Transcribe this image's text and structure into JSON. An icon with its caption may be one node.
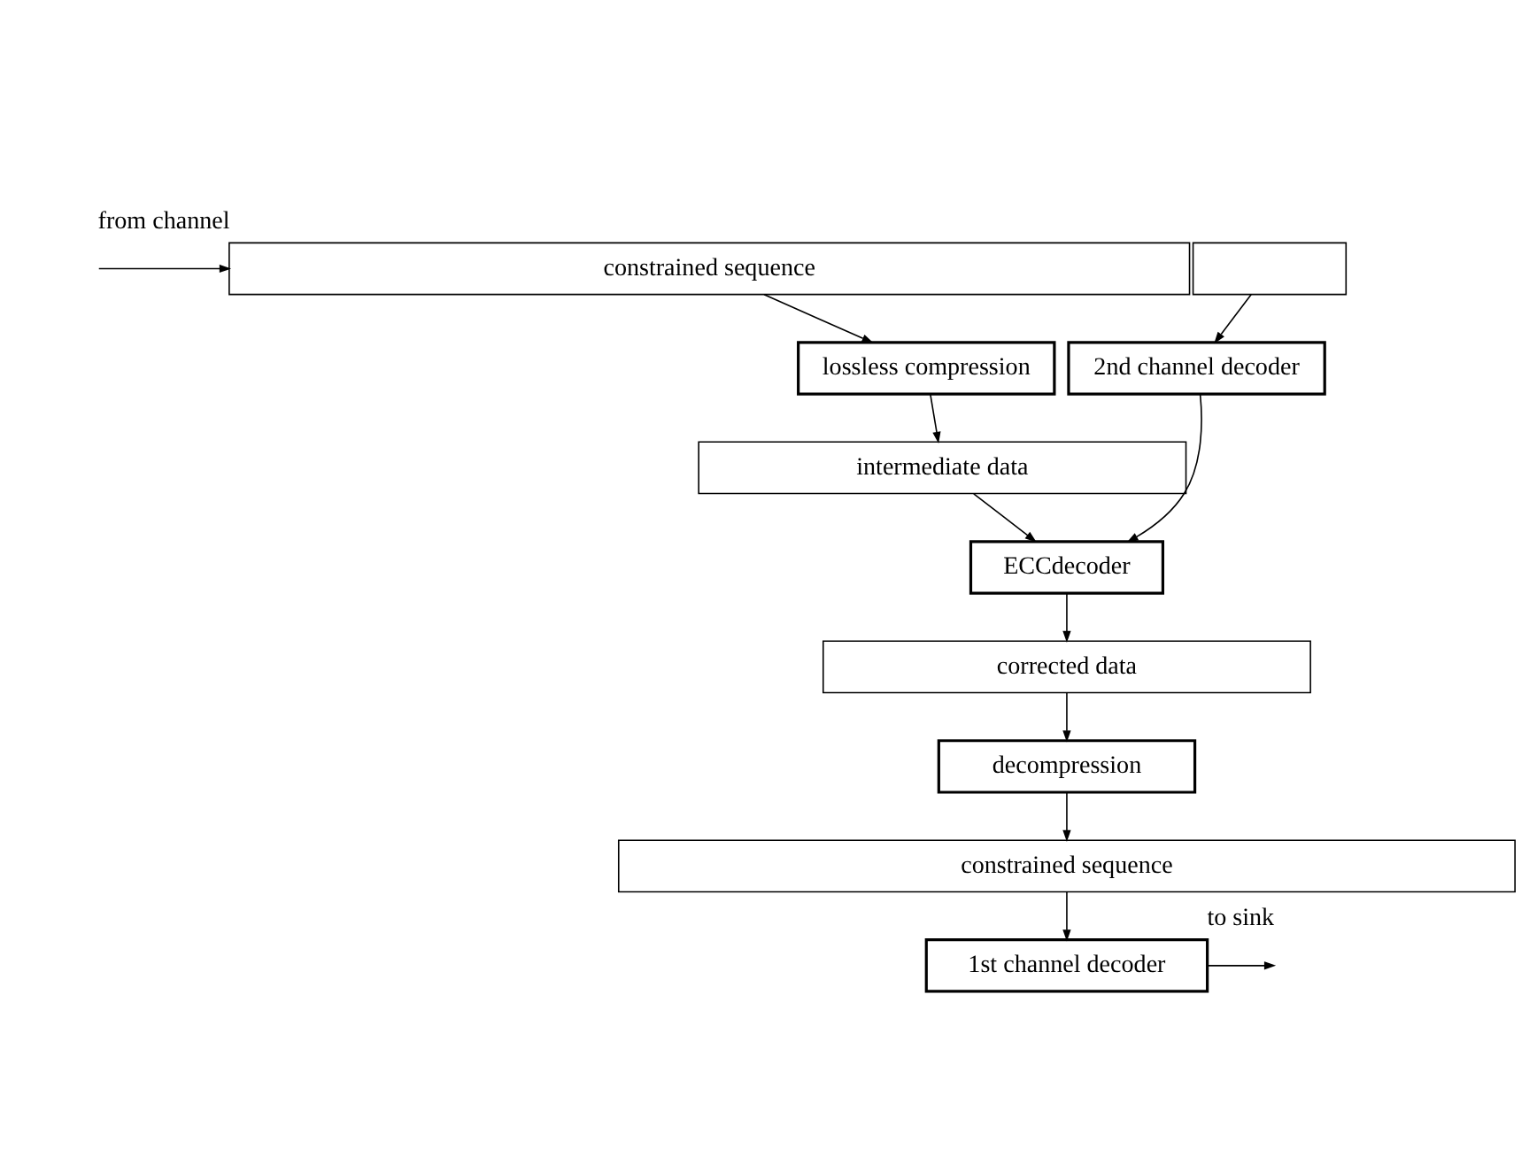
{
  "diagram": {
    "nodes": [
      {
        "text": [
          "constrained sequence"
        ]
      },
      {
        "text": [],
        "shape": "box"
      },
      {
        "text": [
          "lossless compression"
        ]
      },
      {
        "text": [
          "2nd channel decoder"
        ]
      },
      {
        "text": [
          "intermediate data"
        ]
      },
      {
        "text": [
          "ECCdecoder"
        ]
      },
      {
        "text": [
          "corrected data"
        ]
      },
      {
        "text": [
          "decompression"
        ]
      },
      {
        "text": [
          "constrained sequence"
        ]
      },
      {
        "text": [
          "1st channel decoder"
        ]
      }
    ],
    "edges": [
      {
        "from": null,
        "to": 0,
        "arrow": "to",
        "label": "from channel"
      },
      {
        "from": 0,
        "to": 2,
        "arrow": "to"
      },
      {
        "from": 1,
        "to": 3,
        "arrow": "to"
      },
      {
        "from": 2,
        "to": 4,
        "arrow": "to"
      },
      {
        "from": 4,
        "to": 5,
        "arrow": "to"
      },
      {
        "from": 3,
        "to": 5,
        "arrow": "to"
      },
      {
        "from": 5,
        "to": 6,
        "arrow": "to"
      },
      {
        "from": 6,
        "to": 7,
        "arrow": "to"
      },
      {
        "from": 7,
        "to": 8,
        "arrow": "to"
      },
      {
        "from": 8,
        "to": 9,
        "arrow": "to"
      },
      {
        "from": 9,
        "to": null,
        "arrow": "to",
        "label": "to sink"
      }
    ]
  }
}
